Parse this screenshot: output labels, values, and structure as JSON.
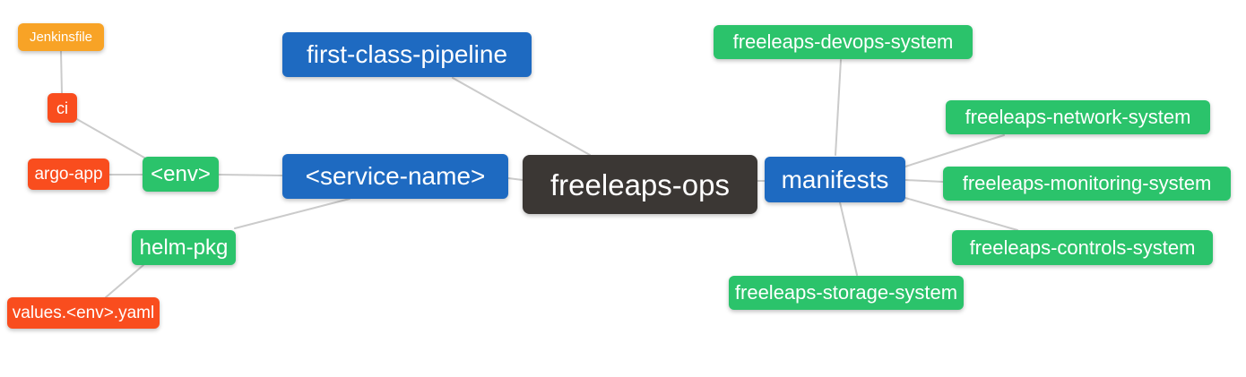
{
  "diagram": {
    "type": "mindmap",
    "root": "freeleaps-ops"
  },
  "colors": {
    "background": "#FFFFFF",
    "root_node": "#3B3734",
    "branch_blue": "#1E6AC1",
    "leaf_green": "#2BC36B",
    "leaf_orange": "#F8A326",
    "leaf_red": "#F94D1E",
    "edge_line": "#CBCBCB",
    "node_text": "#FFFFFF"
  },
  "nodes": {
    "root": {
      "label": "freeleaps-ops",
      "color": "#3B3734"
    },
    "first_class_pipeline": {
      "label": "first-class-pipeline",
      "color": "#1E6AC1"
    },
    "service_name": {
      "label": "<service-name>",
      "color": "#1E6AC1"
    },
    "manifests": {
      "label": "manifests",
      "color": "#1E6AC1"
    },
    "env": {
      "label": "<env>",
      "color": "#2BC36B"
    },
    "helm_pkg": {
      "label": "helm-pkg",
      "color": "#2BC36B"
    },
    "ci": {
      "label": "ci",
      "color": "#F94D1E"
    },
    "argo_app": {
      "label": "argo-app",
      "color": "#F94D1E"
    },
    "values_env_yaml": {
      "label": "values.<env>.yaml",
      "color": "#F94D1E"
    },
    "jenkinsfile": {
      "label": "Jenkinsfile",
      "color": "#F8A326"
    },
    "devops_system": {
      "label": "freeleaps-devops-system",
      "color": "#2BC36B"
    },
    "network_system": {
      "label": "freeleaps-network-system",
      "color": "#2BC36B"
    },
    "monitoring_system": {
      "label": "freeleaps-monitoring-system",
      "color": "#2BC36B"
    },
    "controls_system": {
      "label": "freeleaps-controls-system",
      "color": "#2BC36B"
    },
    "storage_system": {
      "label": "freeleaps-storage-system",
      "color": "#2BC36B"
    }
  },
  "edges": [
    {
      "from": "jenkinsfile",
      "to": "ci"
    },
    {
      "from": "ci",
      "to": "env"
    },
    {
      "from": "argo_app",
      "to": "env"
    },
    {
      "from": "env",
      "to": "service_name"
    },
    {
      "from": "helm_pkg",
      "to": "service_name"
    },
    {
      "from": "values_env_yaml",
      "to": "helm_pkg"
    },
    {
      "from": "service_name",
      "to": "root"
    },
    {
      "from": "first_class_pipeline",
      "to": "root"
    },
    {
      "from": "root",
      "to": "manifests"
    },
    {
      "from": "manifests",
      "to": "devops_system"
    },
    {
      "from": "manifests",
      "to": "network_system"
    },
    {
      "from": "manifests",
      "to": "monitoring_system"
    },
    {
      "from": "manifests",
      "to": "controls_system"
    },
    {
      "from": "manifests",
      "to": "storage_system"
    }
  ]
}
